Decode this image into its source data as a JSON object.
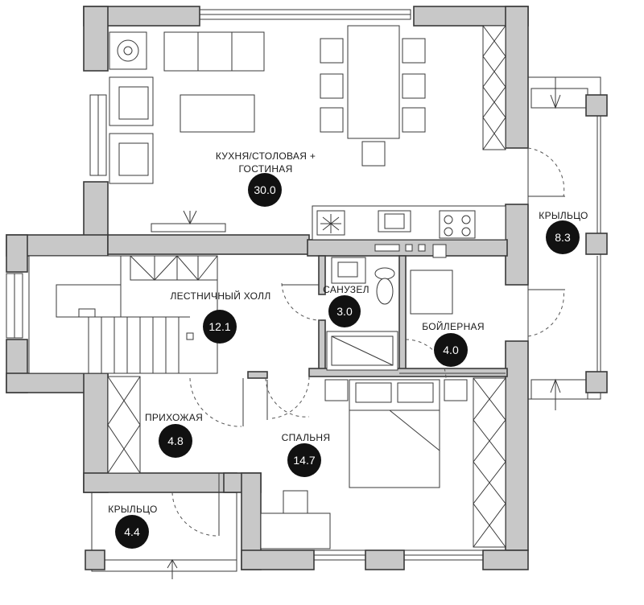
{
  "rooms": {
    "kitchen": {
      "name_line1": "КУХНЯ/СТОЛОВАЯ +",
      "name_line2": "ГОСТИНАЯ",
      "area": "30.0"
    },
    "porch_right": {
      "name": "КРЫЛЬЦО",
      "area": "8.3"
    },
    "stair_hall": {
      "name": "ЛЕСТНИЧНЫЙ ХОЛЛ",
      "area": "12.1"
    },
    "bathroom": {
      "name": "САНУЗЕЛ",
      "area": "3.0"
    },
    "boiler": {
      "name": "БОЙЛЕРНАЯ",
      "area": "4.0"
    },
    "hallway": {
      "name": "ПРИХОЖАЯ",
      "area": "4.8"
    },
    "bedroom": {
      "name": "СПАЛЬНЯ",
      "area": "14.7"
    },
    "porch_bottom": {
      "name": "КРЫЛЬЦО",
      "area": "4.4"
    }
  },
  "colors": {
    "wall_fill": "#c8c8c8",
    "badge": "#111111",
    "line": "#3a3a3a"
  }
}
